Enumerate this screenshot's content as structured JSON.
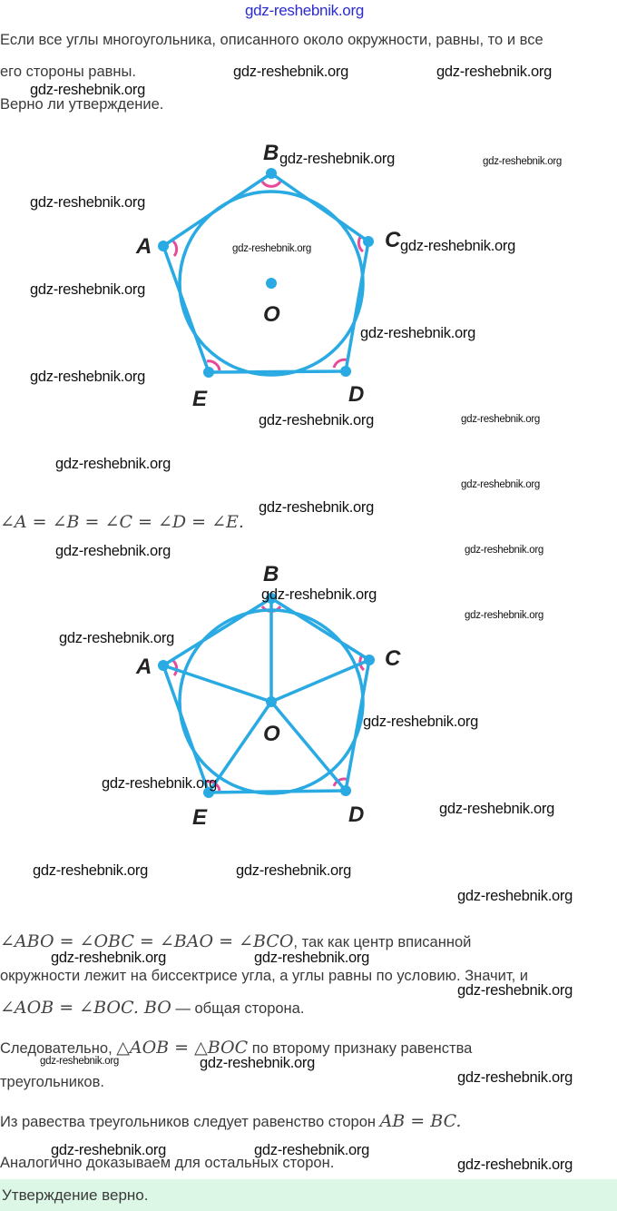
{
  "problem": {
    "line1": "Если все углы многоугольника, описанного около окружности, равны, то и все",
    "line2": "его стороны равны.",
    "question": "Верно ли утверждение."
  },
  "diagram1": {
    "labels": {
      "A": "A",
      "B": "B",
      "C": "C",
      "D": "D",
      "E": "E",
      "O": "O"
    }
  },
  "equation1": "∠A = ∠B = ∠C = ∠D = ∠E.",
  "diagram2": {
    "labels": {
      "A": "A",
      "B": "B",
      "C": "C",
      "D": "D",
      "E": "E",
      "O": "O"
    }
  },
  "solution": {
    "eq2": "∠ABO = ∠OBC = ∠BAO = ∠BCO",
    "text2a": ", так как центр вписанной",
    "text2b": "окружности лежит на биссектрисе угла, а углы равны по условию. Значит, и",
    "eq3": "∠AOB = ∠BOC. BO",
    "text3": " — общая сторона.",
    "text4a": "Следовательно, ",
    "eq4": "△AOB = △BOC",
    "text4b": " по второму признаку равенства",
    "text4c": "треугольников.",
    "text5": "Из равества треугольников следует равенство сторон ",
    "eq5": "AB = BC.",
    "text6": "Аналогично доказываем для остальных сторон."
  },
  "answer": "Утверждение верно.",
  "watermarks": [
    "gdz-reshebnik.org",
    "gdz-reshebnik.org",
    "gdz-reshebnik.org",
    "gdz-reshebnik.org",
    "gdz-reshebnik.org",
    "gdz-reshebnik.org",
    "gdz-reshebnik.org",
    "gdz-reshebnik.org",
    "gdz-reshebnik.org",
    "gdz-reshebnik.org",
    "gdz-reshebnik.org",
    "gdz-reshebnik.org",
    "gdz-reshebnik.org",
    "gdz-reshebnik.org",
    "gdz-reshebnik.org",
    "gdz-reshebnik.org",
    "gdz-reshebnik.org",
    "gdz-reshebnik.org",
    "gdz-reshebnik.org",
    "gdz-reshebnik.org",
    "gdz-reshebnik.org",
    "gdz-reshebnik.org",
    "gdz-reshebnik.org",
    "gdz-reshebnik.org",
    "gdz-reshebnik.org",
    "gdz-reshebnik.org",
    "gdz-reshebnik.org",
    "gdz-reshebnik.org",
    "gdz-reshebnik.org",
    "gdz-reshebnik.org",
    "gdz-reshebnik.org",
    "gdz-reshebnik.org",
    "gdz-reshebnik.org",
    "gdz-reshebnik.org",
    "gdz-reshebnik.org",
    "gdz-reshebnik.org",
    "gdz-reshebnik.org"
  ],
  "colors": {
    "figure": "#2aaae2",
    "angle_arc": "#e84a9a",
    "answer_bg": "#dcf7e6"
  }
}
